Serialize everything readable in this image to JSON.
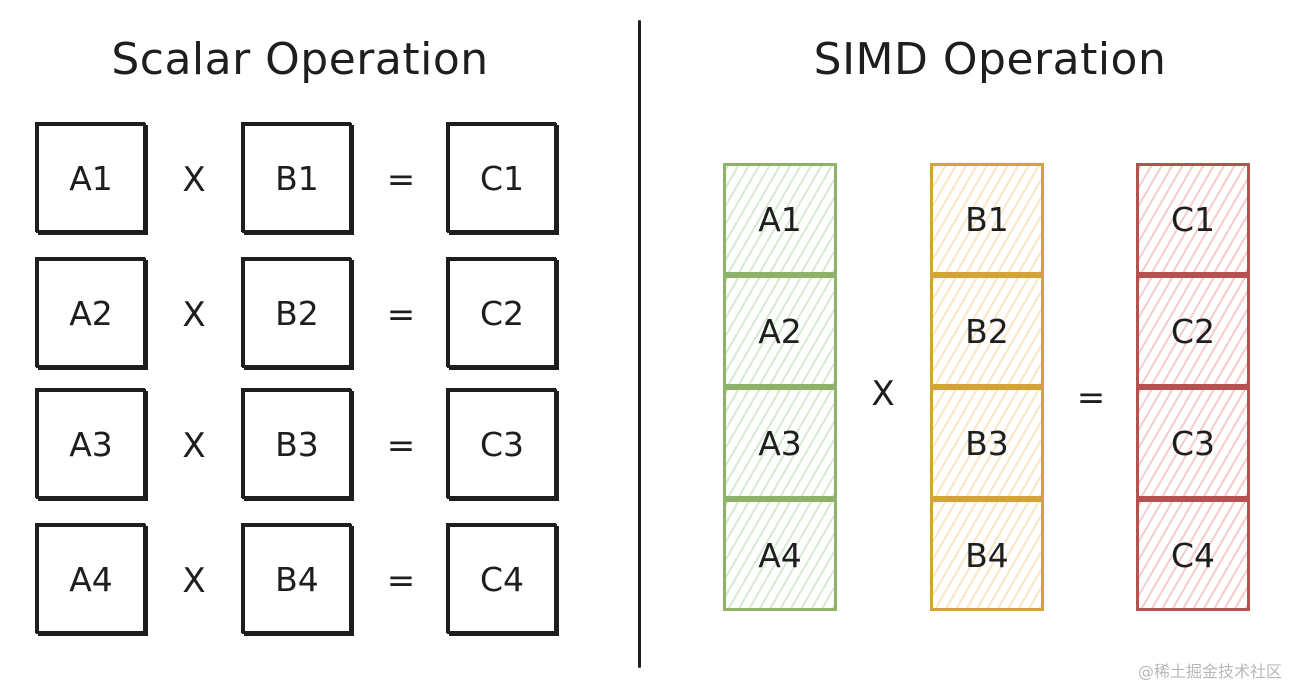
{
  "scalar": {
    "title": "Scalar Operation",
    "rows": [
      {
        "a": "A1",
        "op": "X",
        "b": "B1",
        "eq": "=",
        "c": "C1"
      },
      {
        "a": "A2",
        "op": "X",
        "b": "B2",
        "eq": "=",
        "c": "C2"
      },
      {
        "a": "A3",
        "op": "X",
        "b": "B3",
        "eq": "=",
        "c": "C3"
      },
      {
        "a": "A4",
        "op": "X",
        "b": "B4",
        "eq": "=",
        "c": "C4"
      }
    ]
  },
  "simd": {
    "title": "SIMD Operation",
    "vector_a": [
      "A1",
      "A2",
      "A3",
      "A4"
    ],
    "op": "X",
    "vector_b": [
      "B1",
      "B2",
      "B3",
      "B4"
    ],
    "eq": "=",
    "vector_c": [
      "C1",
      "C2",
      "C3",
      "C4"
    ]
  },
  "colors": {
    "vector_a": "#8fb26a",
    "vector_b": "#d4a33a",
    "vector_c": "#b5524f"
  },
  "watermark": "@稀土掘金技术社区"
}
